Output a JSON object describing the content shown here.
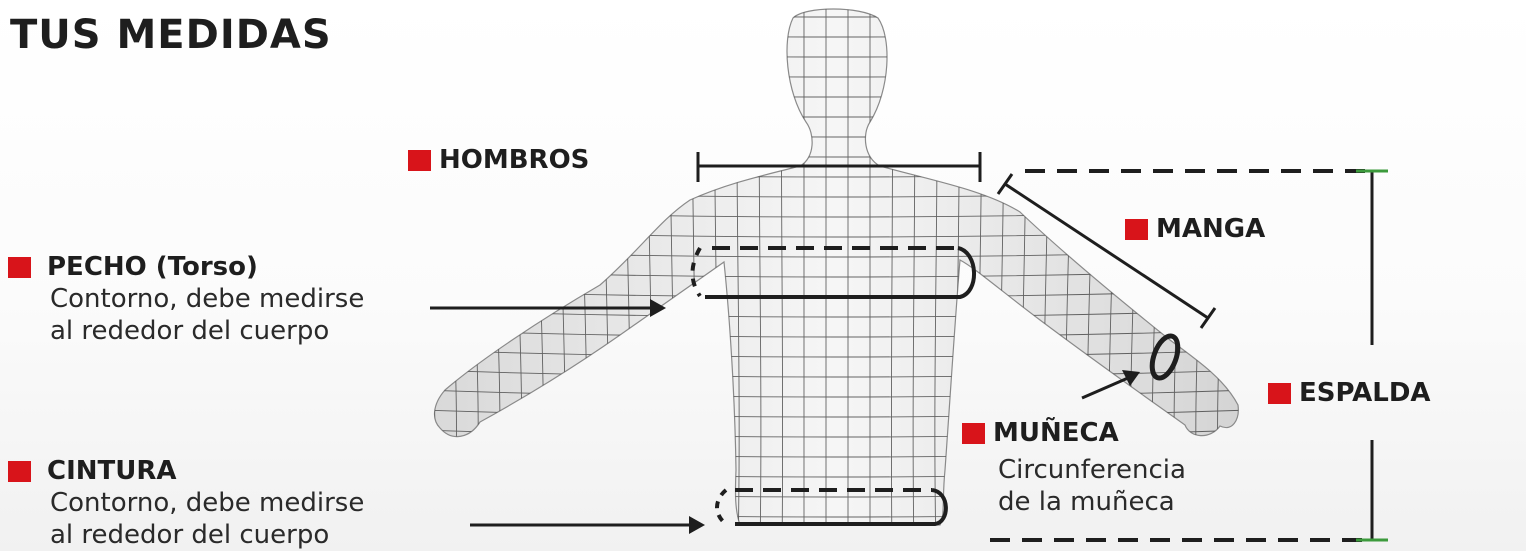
{
  "title": "TUS MEDIDAS",
  "labels": {
    "hombros": "HOMBROS",
    "pecho": "PECHO (Torso)",
    "pecho_desc_1": "Contorno, debe medirse",
    "pecho_desc_2": "al rededor del cuerpo",
    "manga": "MANGA",
    "espalda": "ESPALDA",
    "muneca": "MUÑECA",
    "muneca_desc_1": "Circunferencia",
    "muneca_desc_2": "de la muñeca",
    "cintura": "CINTURA",
    "cintura_desc_1": "Contorno, debe medirse",
    "cintura_desc_2": "al rededor del cuerpo"
  },
  "colors": {
    "accent": "#d8141a",
    "text": "#1e1e1e",
    "line": "#1e1e1e",
    "tick": "#3c9a3c",
    "mannequin": "#ebebeb",
    "mesh": "#4a4a4a"
  },
  "icons": [
    "mannequin-figure",
    "measure-marker"
  ]
}
